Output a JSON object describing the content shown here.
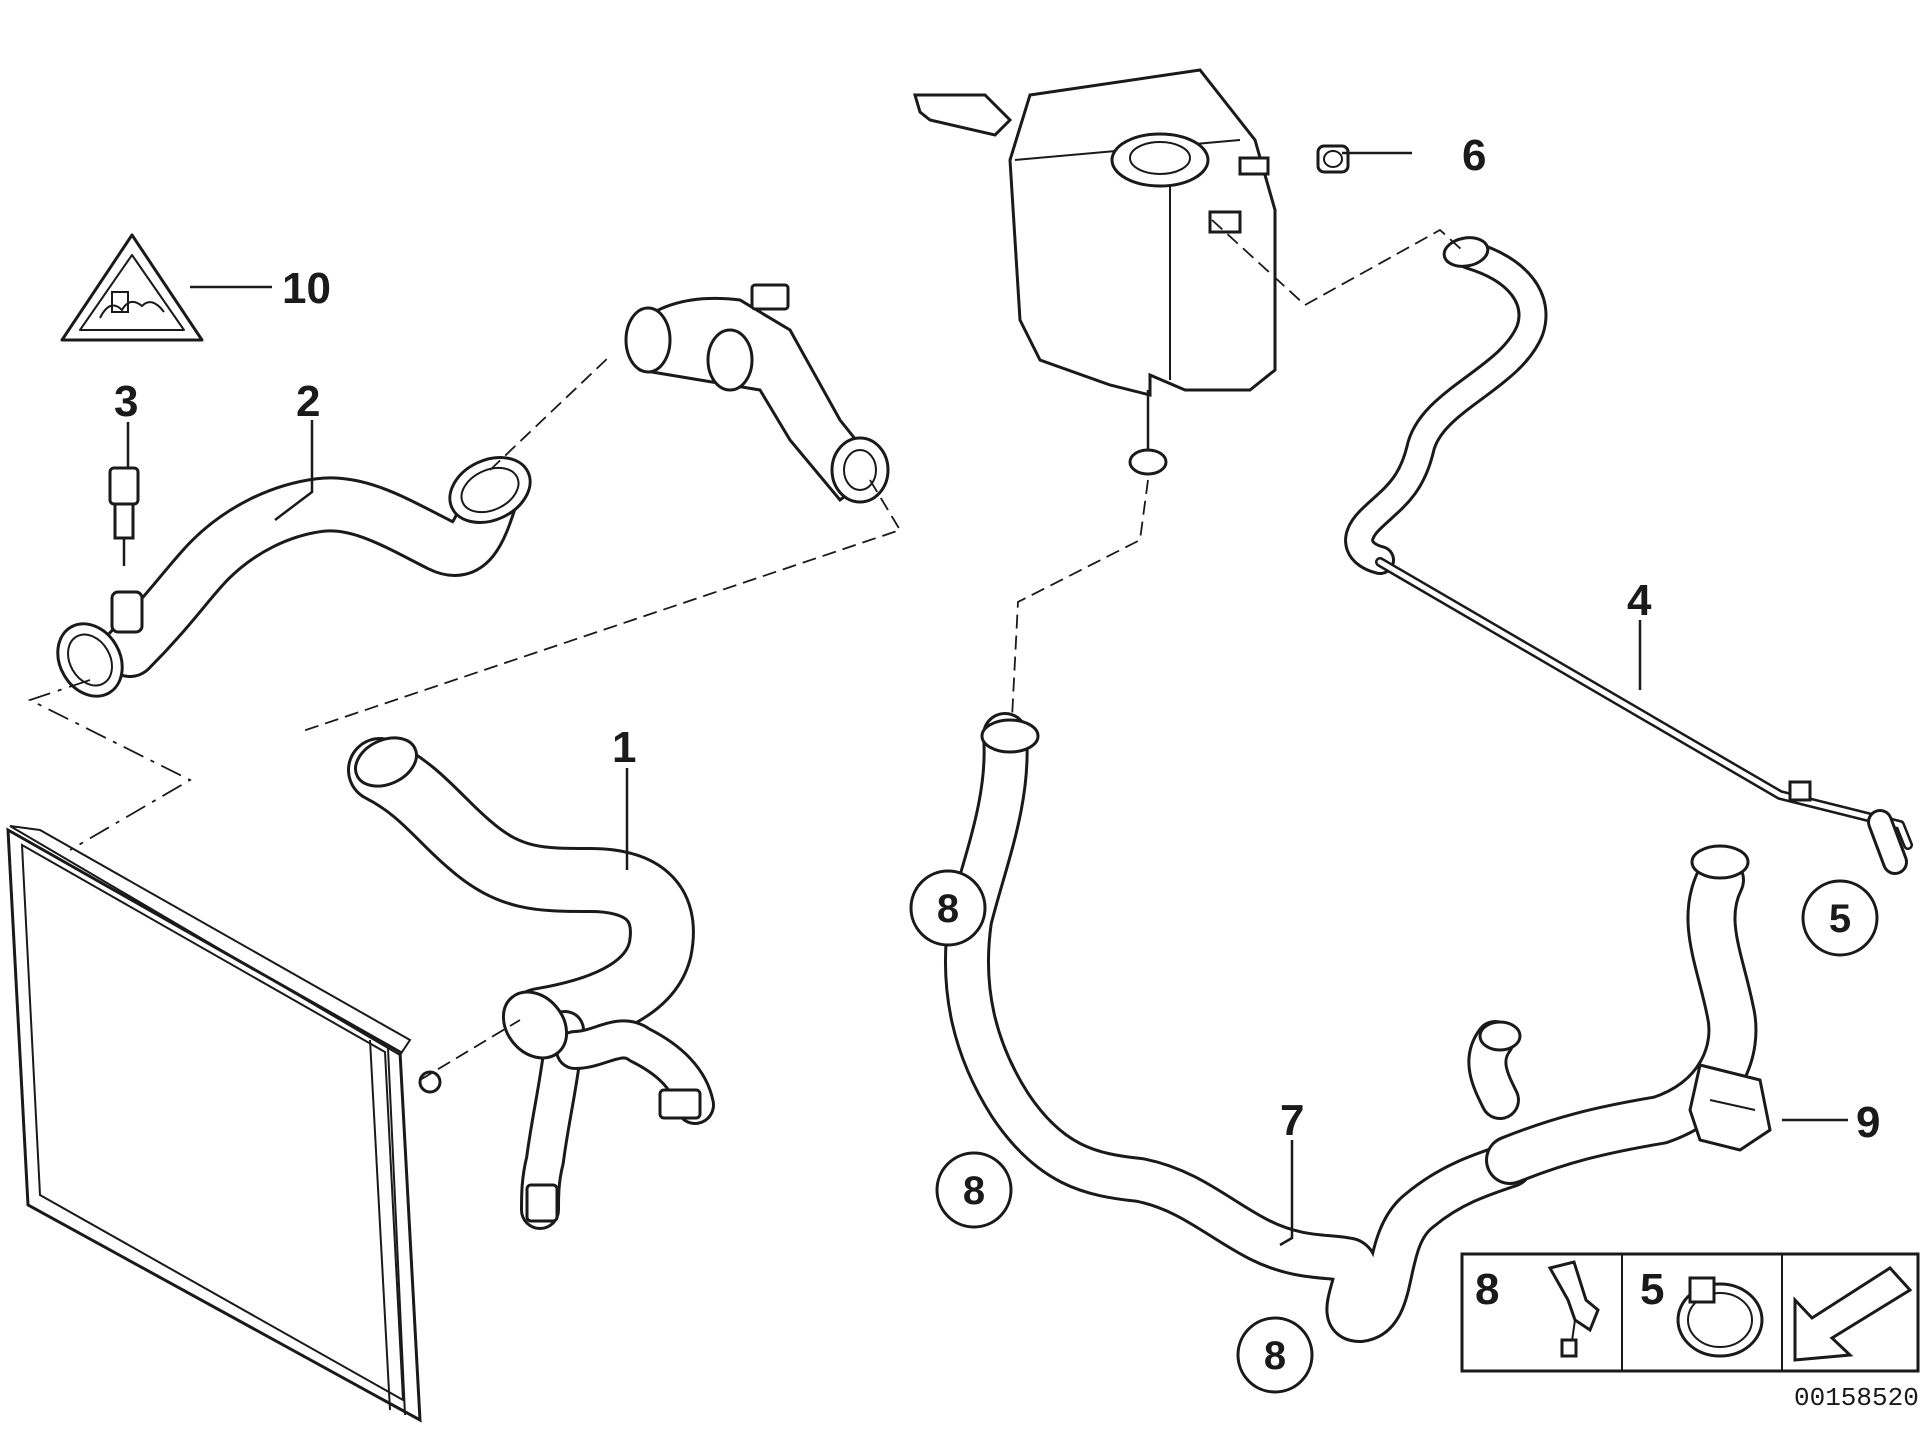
{
  "diagram": {
    "part_labels": {
      "p1": "1",
      "p2": "2",
      "p3": "3",
      "p4": "4",
      "p6": "6",
      "p7": "7",
      "p9": "9",
      "p10": "10"
    },
    "circled_labels": {
      "c8a": "8",
      "c8b": "8",
      "c8c": "8",
      "c5": "5"
    },
    "legend": {
      "item_8": "8",
      "item_5": "5"
    },
    "part_number": "00158520"
  }
}
